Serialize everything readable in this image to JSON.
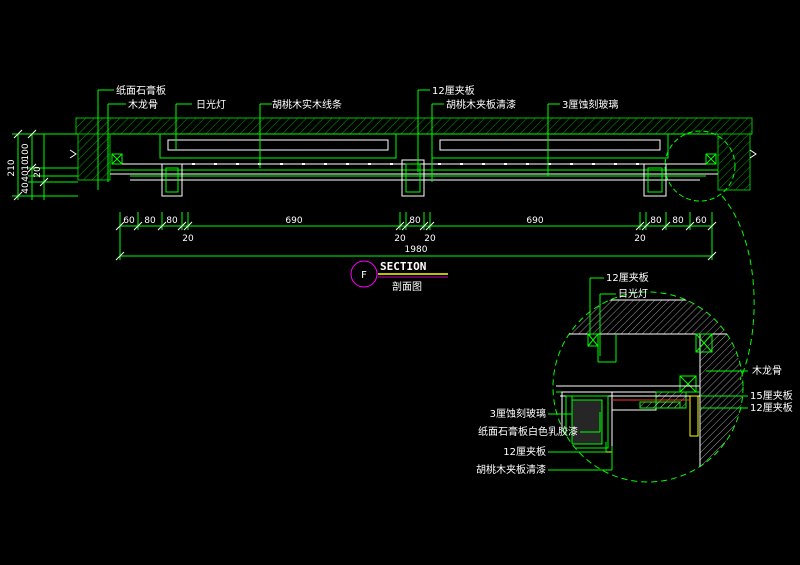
{
  "colors": {
    "background": "#000000",
    "green": "#00ff00",
    "dark_green": "#00aa00",
    "text": "#ffffff",
    "magenta": "#ff00ff",
    "yellow": "#ffff00",
    "red": "#ff3030"
  },
  "main_labels": {
    "gypsum_board": "纸面石膏板",
    "wood_keel": "木龙骨",
    "fluorescent": "日光灯",
    "walnut_solid_strip": "胡桃木实木线条",
    "plywood_12": "12厘夹板",
    "walnut_veneer_varnish": "胡桃木夹板清漆",
    "etched_glass_3": "3厘蚀刻玻璃"
  },
  "vertical_dims": {
    "total": "210",
    "d100": "100",
    "d40a": "40",
    "d40b": "40",
    "d10": "10",
    "d20": "20"
  },
  "horizontal_dims": {
    "d60_left": "60",
    "d80_l1": "80",
    "d80_l2": "80",
    "d690_left": "690",
    "d80_mid": "80",
    "d690_right": "690",
    "d80_r1": "80",
    "d80_r2": "80",
    "d60_right": "60",
    "d20_a": "20",
    "d20_b": "20",
    "d20_c": "20",
    "d20_d": "20",
    "total": "1980"
  },
  "section_title": {
    "marker": "F",
    "title": "SECTION",
    "subtitle": "剖面图"
  },
  "detail_labels": {
    "plywood_12_top": "12厘夹板",
    "fluorescent": "日光灯",
    "wood_keel": "木龙骨",
    "plywood_15": "15厘夹板",
    "plywood_12_right": "12厘夹板",
    "etched_glass_3": "3厘蚀刻玻璃",
    "gypsum_white_latex": "纸面石膏板白色乳胶漆",
    "plywood_12_bottom": "12厘夹板",
    "walnut_veneer_varnish": "胡桃木夹板清漆"
  }
}
